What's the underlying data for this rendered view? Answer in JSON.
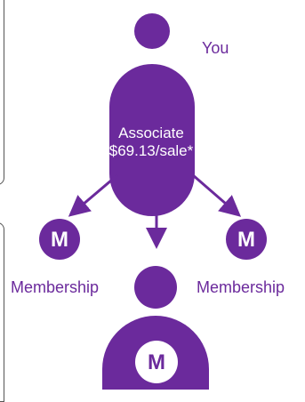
{
  "colors": {
    "primary": "#6b2a9c",
    "panel_border": "#555555",
    "text_on_primary": "#ffffff"
  },
  "top_person": {
    "label": "You"
  },
  "associate": {
    "title": "Associate",
    "rate": "$69.13/sale*"
  },
  "members": {
    "left_badge": "M",
    "left_label": "Membership",
    "right_badge": "M",
    "right_label": "Membership",
    "bottom_badge": "M"
  },
  "icons": [
    "person-icon",
    "arrow-down-left-icon",
    "arrow-down-icon",
    "arrow-down-right-icon",
    "membership-badge-icon"
  ]
}
